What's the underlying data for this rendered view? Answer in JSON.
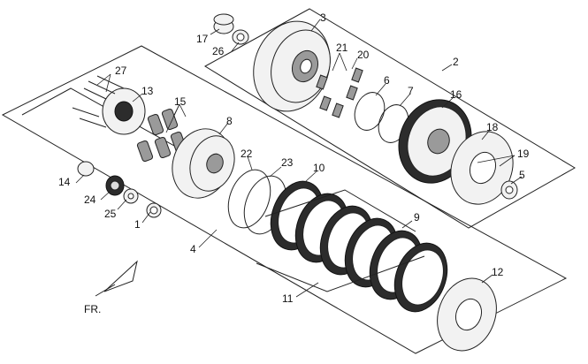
{
  "callouts": [
    {
      "id": "c1",
      "text": "1"
    },
    {
      "id": "c2",
      "text": "2"
    },
    {
      "id": "c3",
      "text": "3"
    },
    {
      "id": "c4",
      "text": "4"
    },
    {
      "id": "c5",
      "text": "5"
    },
    {
      "id": "c6",
      "text": "6"
    },
    {
      "id": "c7",
      "text": "7"
    },
    {
      "id": "c8",
      "text": "8"
    },
    {
      "id": "c9",
      "text": "9"
    },
    {
      "id": "c10",
      "text": "10"
    },
    {
      "id": "c11",
      "text": "11"
    },
    {
      "id": "c12",
      "text": "12"
    },
    {
      "id": "c13",
      "text": "13"
    },
    {
      "id": "c14",
      "text": "14"
    },
    {
      "id": "c15",
      "text": "15"
    },
    {
      "id": "c16",
      "text": "16"
    },
    {
      "id": "c17",
      "text": "17"
    },
    {
      "id": "c18",
      "text": "18"
    },
    {
      "id": "c19",
      "text": "19"
    },
    {
      "id": "c20",
      "text": "20"
    },
    {
      "id": "c21",
      "text": "21"
    },
    {
      "id": "c22",
      "text": "22"
    },
    {
      "id": "c23",
      "text": "23"
    },
    {
      "id": "c24",
      "text": "24"
    },
    {
      "id": "c25",
      "text": "25"
    },
    {
      "id": "c26",
      "text": "26"
    },
    {
      "id": "c27",
      "text": "27"
    }
  ],
  "direction_label": "FR."
}
